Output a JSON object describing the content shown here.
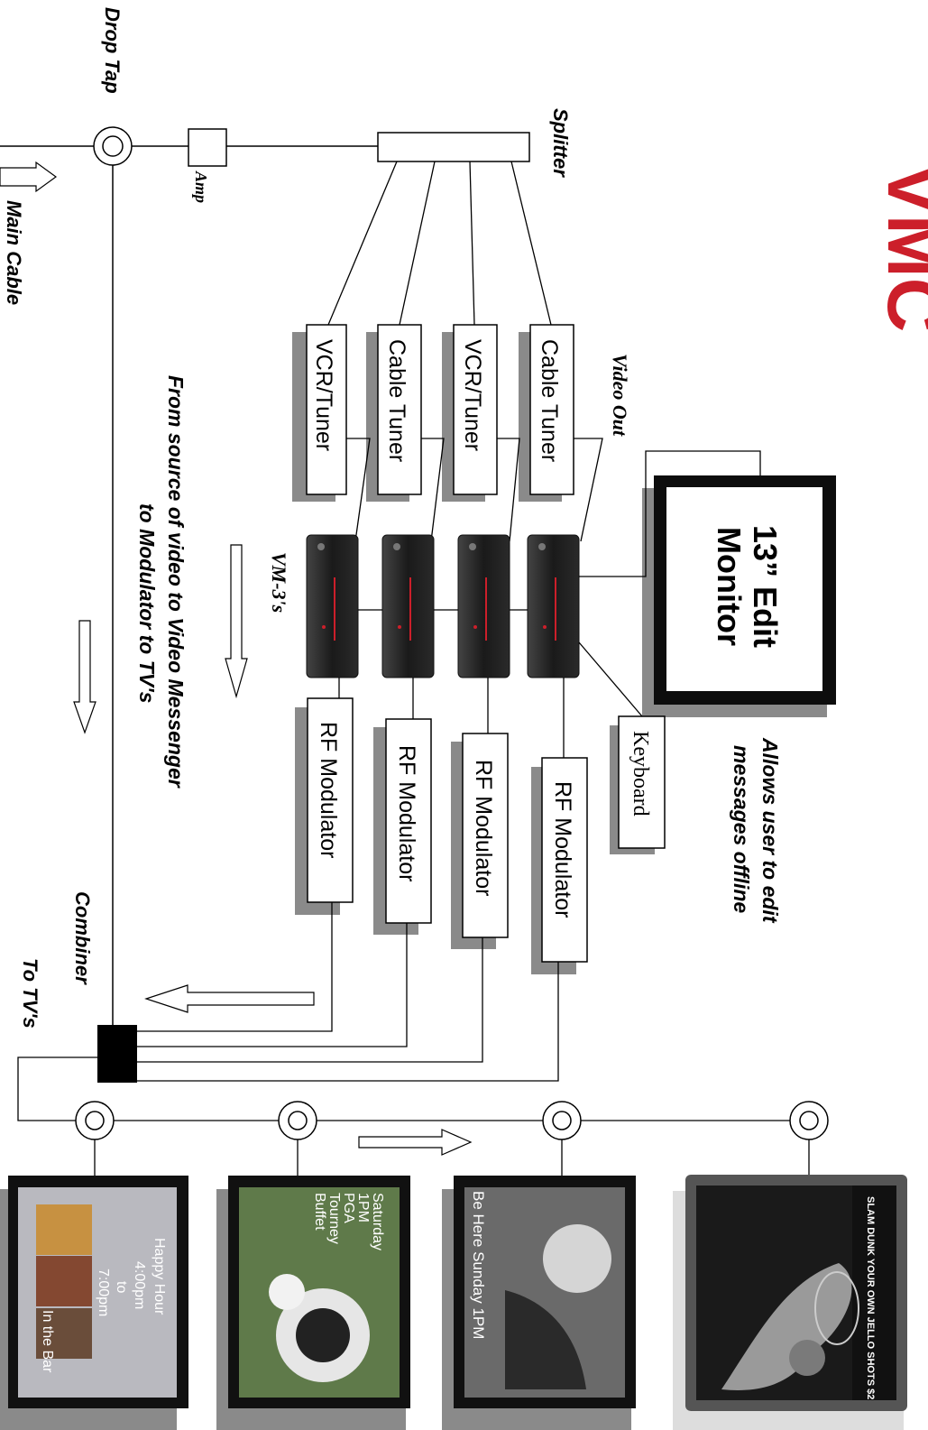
{
  "logo": {
    "text": "VMC",
    "color": "#cc1f2a"
  },
  "labels": {
    "drop_tap": "Drop Tap",
    "main_cable": "Main Cable",
    "amp": "Amp",
    "splitter": "Splitter",
    "video_out": "Video Out",
    "vm3s": "VM-3's",
    "combiner": "Combiner",
    "to_tvs": "To TV's",
    "flow_line1": "From source of video to Video Messenger",
    "flow_line2": "to Modulator to TV's",
    "edit_line1": "Allows user to edit",
    "edit_line2": "messages offline"
  },
  "monitor": {
    "line1": "13” Edit",
    "line2": "Monitor"
  },
  "keyboard": "Keyboard",
  "tuners": [
    "Cable Tuner",
    "VCR/Tuner",
    "Cable Tuner",
    "VCR/Tuner"
  ],
  "modulators": [
    "RF Modulator",
    "RF Modulator",
    "RF Modulator",
    "RF Modulator"
  ],
  "tv_screens": {
    "tv1": "SLAM DUNK YOUR OWN JELLO SHOTS $2",
    "tv2": "Be Here Sunday 1PM",
    "tv3": [
      "Saturday",
      "1PM",
      "PGA",
      "Tourney",
      "Buffet"
    ],
    "tv4": [
      "Happy Hour",
      "4:00pm",
      "to",
      "7:00pm",
      "In the Bar"
    ]
  },
  "colors": {
    "line": "#000000",
    "shadow": "#8a8a8a",
    "device": "#1c1c1c",
    "accent": "#cc1f2a"
  }
}
